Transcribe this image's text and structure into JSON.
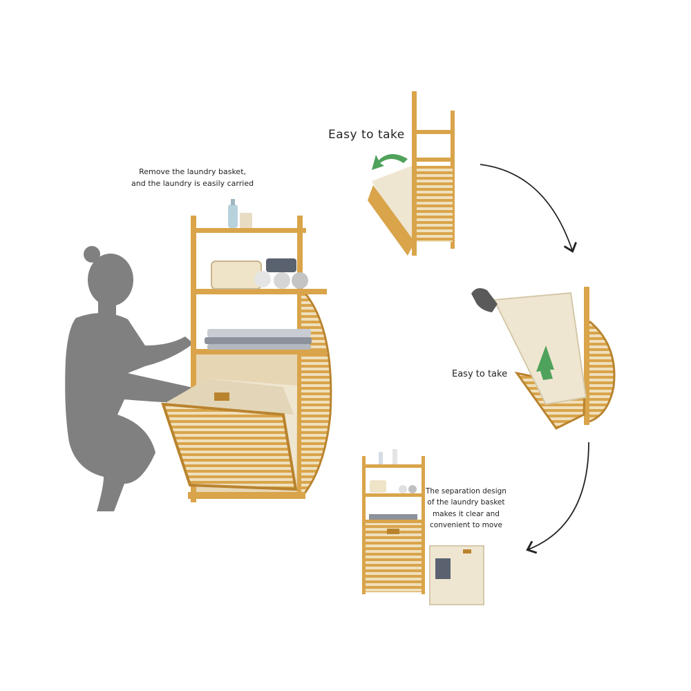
{
  "captions": {
    "main": {
      "line1": "Remove the laundry basket,",
      "line2": "and the laundry is easily carried"
    },
    "top": "Easy to take",
    "middle": "Easy to take",
    "bottom": {
      "line1": "The separation design",
      "line2": "of the laundry basket",
      "line3": "makes it clear and",
      "line4": "convenient to move"
    }
  },
  "colors": {
    "bamboo": "#d9a44a",
    "bamboo_dark": "#b9832e",
    "basket_fabric": "#efe6d2",
    "silhouette": "#808080",
    "arrow_green": "#4fa25b",
    "curve_arrow": "#222222"
  },
  "icons": [
    "woman-silhouette-icon",
    "green-arrow-icon",
    "curved-arrow-icon",
    "hand-icon"
  ]
}
